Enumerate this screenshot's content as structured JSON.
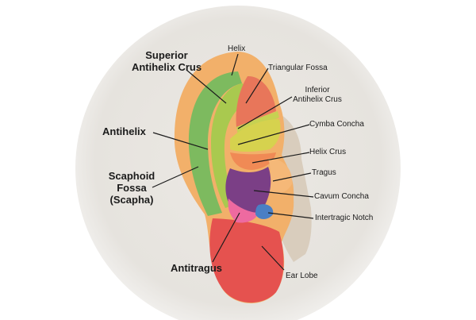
{
  "labels": {
    "helix": "Helix",
    "superior_antihelix_crus_1": "Superior",
    "superior_antihelix_crus_2": "Antihelix Crus",
    "triangular_fossa": "Triangular Fossa",
    "inferior_antihelix_crus_1": "Inferior",
    "inferior_antihelix_crus_2": "Antihelix Crus",
    "cymba_concha": "Cymba Concha",
    "antihelix": "Antihelix",
    "helix_crus": "Helix Crus",
    "tragus": "Tragus",
    "scaphoid_fossa_1": "Scaphoid",
    "scaphoid_fossa_2": "Fossa",
    "scaphoid_fossa_3": "(Scapha)",
    "cavum_concha": "Cavum Concha",
    "intertragic_notch": "Intertragic Notch",
    "antitragus": "Antitragus",
    "ear_lobe": "Ear Lobe"
  },
  "colors": {
    "helix": "#f2b06a",
    "scapha": "#7dba5f",
    "antihelix": "#a9c94f",
    "triangular_fossa": "#e8765a",
    "cymba_concha": "#c7d152",
    "helix_crus": "#f08a55",
    "tragus": "#f5b878",
    "cavum_concha": "#7b3f86",
    "intertragic_notch": "#4a7fc4",
    "antitragus": "#ee6aa0",
    "ear_lobe": "#e5524f"
  }
}
